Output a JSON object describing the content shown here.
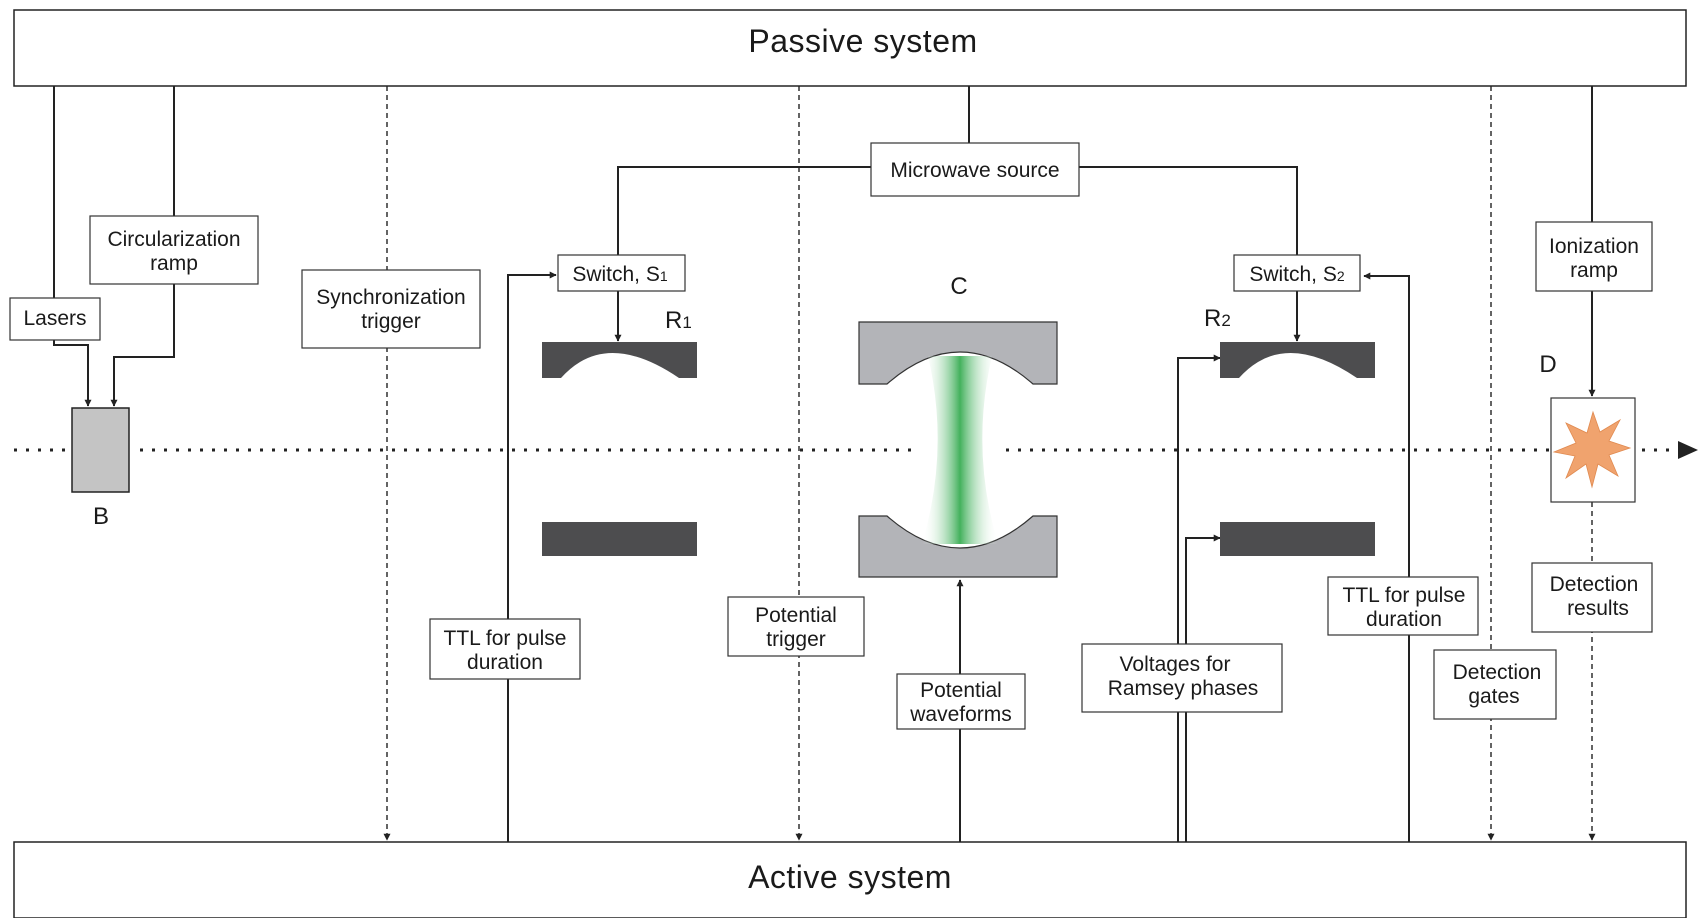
{
  "systems": {
    "passive": "Passive system",
    "active": "Active system"
  },
  "boxes": {
    "lasers": [
      "Lasers"
    ],
    "circularization_ramp": [
      "Circularization",
      "ramp"
    ],
    "synchronization_trigger": [
      "Synchronization",
      "trigger"
    ],
    "switch_s1": {
      "text": "Switch, S",
      "sub": "1"
    },
    "microwave_source": [
      "Microwave source"
    ],
    "switch_s2": {
      "text": "Switch, S",
      "sub": "2"
    },
    "ionization_ramp": [
      "Ionization",
      "ramp"
    ],
    "ttl_left": [
      "TTL for pulse",
      "duration"
    ],
    "potential_trigger": [
      "Potential",
      "trigger"
    ],
    "potential_waveforms": [
      "Potential",
      "waveforms"
    ],
    "voltages_ramsey": [
      "Voltages for",
      "Ramsey phases"
    ],
    "ttl_right": [
      "TTL for pulse",
      "duration"
    ],
    "detection_gates": [
      "Detection",
      "gates"
    ],
    "detection_results": [
      "Detection",
      "results"
    ]
  },
  "component_labels": {
    "B": "B",
    "C": "C",
    "D": "D",
    "R1": {
      "text": "R",
      "sub": "1"
    },
    "R2": {
      "text": "R",
      "sub": "2"
    }
  },
  "colors": {
    "cavity_gray": "#b3b4b8",
    "ramsey_plate": "#4d4d4f",
    "oven_gray": "#c4c4c4",
    "beam_green": "#2ea84a",
    "ionization_burst": "#f0a36e"
  }
}
